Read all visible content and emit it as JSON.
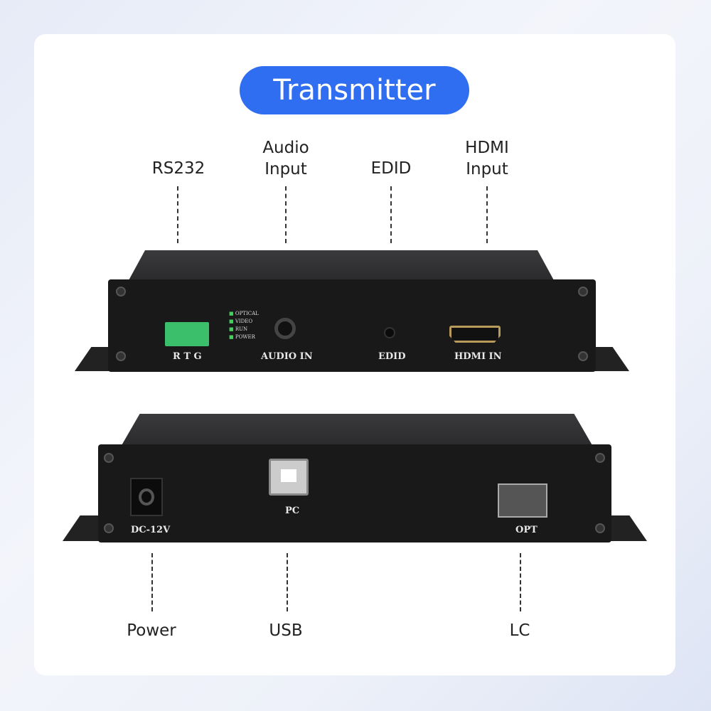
{
  "title": "Transmitter",
  "top_labels": {
    "rs232": "RS232",
    "audio": "Audio\nInput",
    "edid": "EDID",
    "hdmi": "HDMI\nInput"
  },
  "front_panel": {
    "rtg": "R T G",
    "audio_in": "AUDIO IN",
    "edid": "EDID",
    "hdmi_in": "HDMI IN",
    "leds": [
      "OPTICAL",
      "VIDEO",
      "RUN",
      "POWER"
    ],
    "led_color": "#3fd35a"
  },
  "rear_panel": {
    "dc": "DC-12V",
    "pc": "PC",
    "opt": "OPT"
  },
  "bottom_labels": {
    "power": "Power",
    "usb": "USB",
    "lc": "LC"
  },
  "colors": {
    "accent": "#2f6ef0"
  }
}
